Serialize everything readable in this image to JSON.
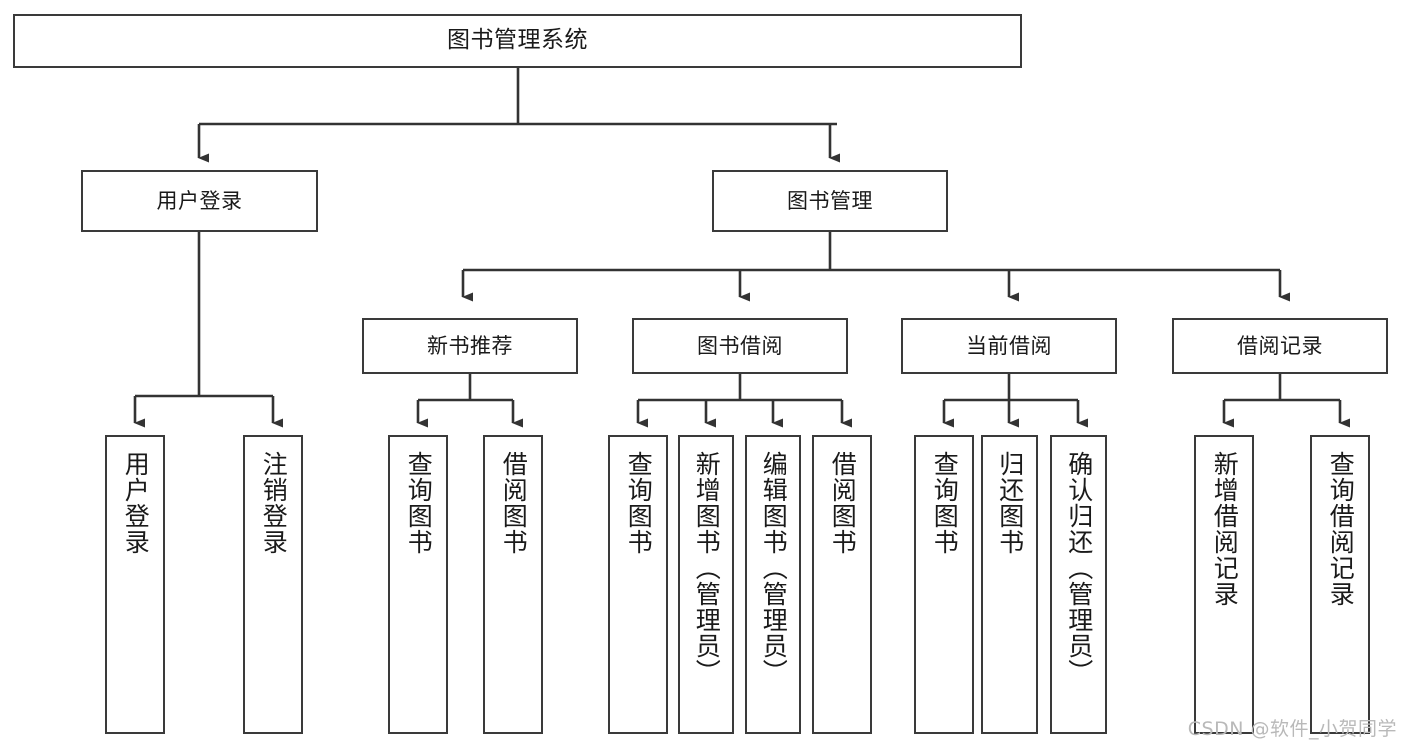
{
  "diagram": {
    "title": "图书管理系统",
    "watermark": "CSDN @软件_小贺同学",
    "colors": {
      "box_border": "#3a3a3a",
      "box_fill": "#ffffff",
      "connector": "#333333",
      "text": "#1a1a1a",
      "watermark": "#b9b9b9"
    },
    "root": {
      "label": "图书管理系统"
    },
    "level2": [
      {
        "label": "用户登录"
      },
      {
        "label": "图书管理"
      }
    ],
    "level3": [
      {
        "label": "新书推荐"
      },
      {
        "label": "图书借阅"
      },
      {
        "label": "当前借阅"
      },
      {
        "label": "借阅记录"
      }
    ],
    "leaves": {
      "user_login": [
        {
          "label": "用户登录"
        },
        {
          "label": "注销登录"
        }
      ],
      "new_book": [
        {
          "label": "查询图书"
        },
        {
          "label": "借阅图书"
        }
      ],
      "book_borrow": [
        {
          "label": "查询图书"
        },
        {
          "label": "新增图书（管理员）"
        },
        {
          "label": "编辑图书（管理员）"
        },
        {
          "label": "借阅图书"
        }
      ],
      "current_borrow": [
        {
          "label": "查询图书"
        },
        {
          "label": "归还图书"
        },
        {
          "label": "确认归还（管理员）"
        }
      ],
      "borrow_record": [
        {
          "label": "新增借阅记录"
        },
        {
          "label": "查询借阅记录"
        }
      ]
    }
  }
}
